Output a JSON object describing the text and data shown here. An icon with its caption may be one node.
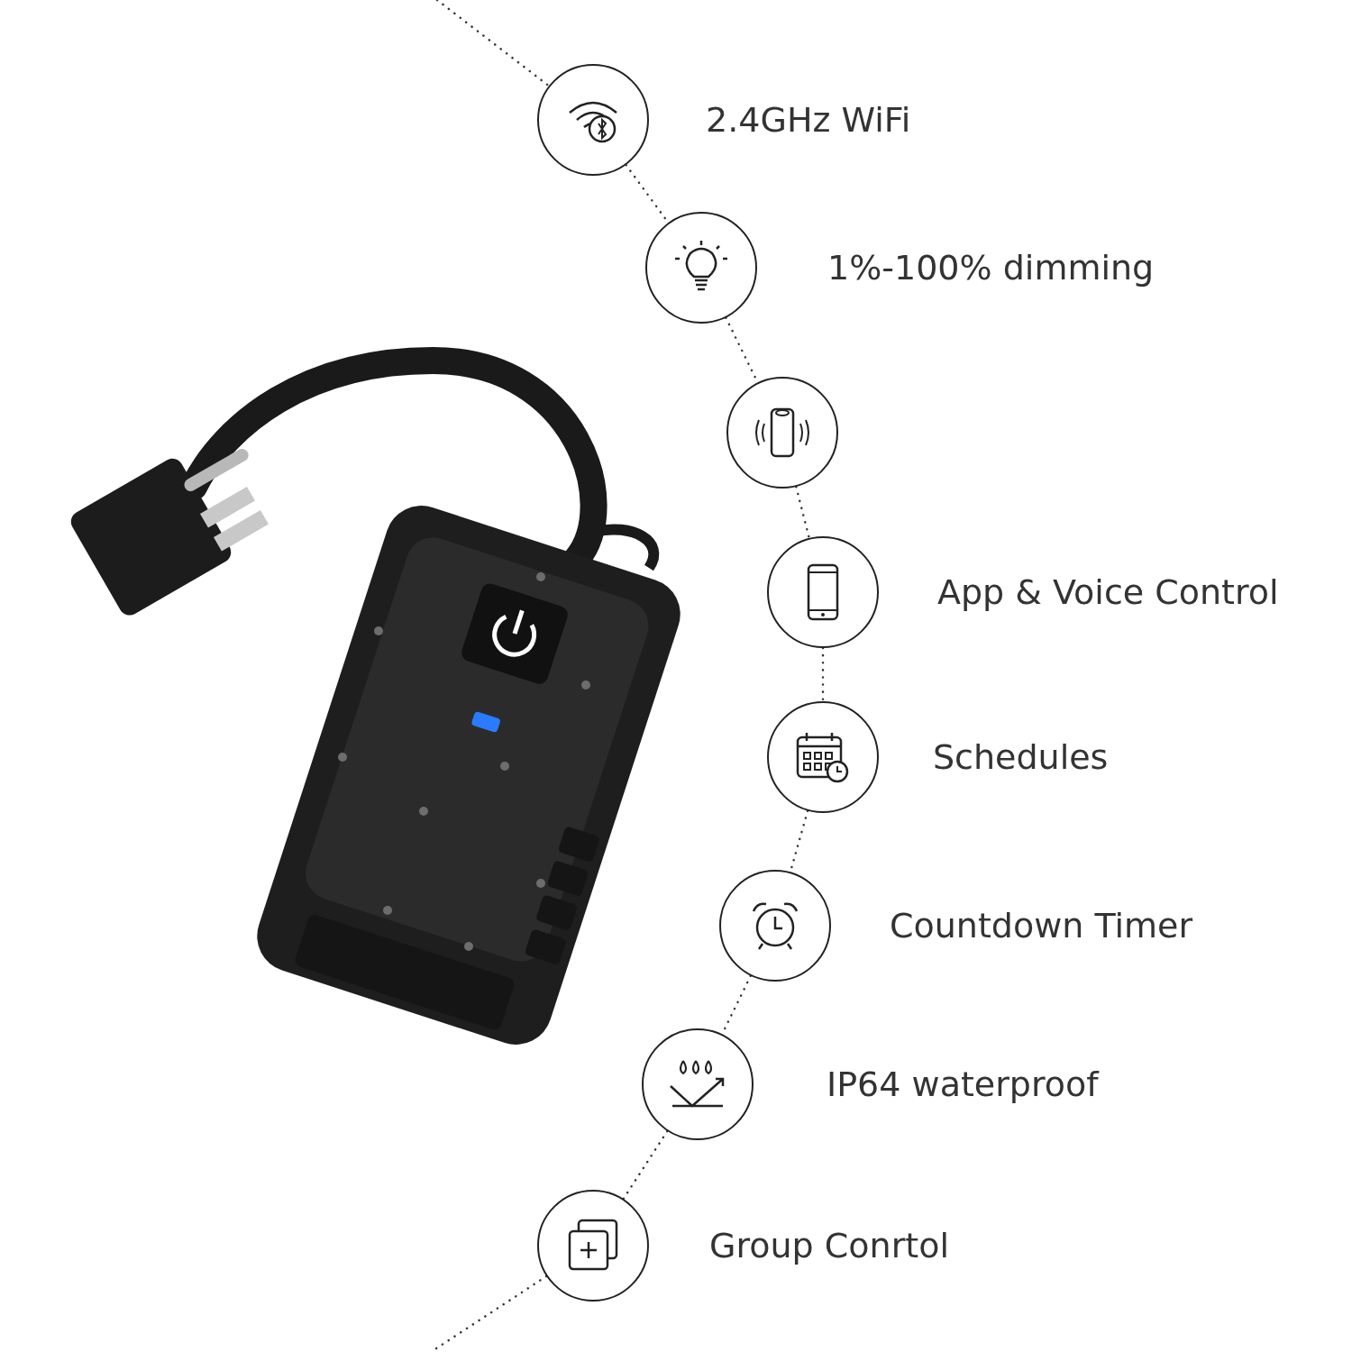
{
  "diagram": {
    "nodes": [
      {
        "text": [
          "2.4GHz WiFi"
        ]
      },
      {
        "text": [
          "1%-100% dimming"
        ]
      },
      {
        "text": [],
        "shape": "circle"
      },
      {
        "text": [
          "App & Voice Control"
        ]
      },
      {
        "text": [
          "Schedules"
        ]
      },
      {
        "text": [
          "Countdown Timer"
        ]
      },
      {
        "text": [
          "IP64 waterproof"
        ]
      },
      {
        "text": [
          "Group Conrtol"
        ]
      }
    ],
    "edges": [
      {
        "from": null,
        "to": 0,
        "arrow": "none",
        "style": "dashed"
      },
      {
        "from": 0,
        "to": 1,
        "arrow": "none",
        "style": "dashed"
      },
      {
        "from": 1,
        "to": 2,
        "arrow": "none",
        "style": "dashed"
      },
      {
        "from": 2,
        "to": 3,
        "arrow": "none",
        "style": "dashed"
      },
      {
        "from": 3,
        "to": 4,
        "arrow": "none",
        "style": "dashed"
      },
      {
        "from": 4,
        "to": 5,
        "arrow": "none",
        "style": "dashed"
      },
      {
        "from": 5,
        "to": 6,
        "arrow": "none",
        "style": "dashed"
      },
      {
        "from": 6,
        "to": 7,
        "arrow": "none",
        "style": "dashed"
      },
      {
        "from": 7,
        "to": null,
        "arrow": "none",
        "style": "dashed"
      }
    ]
  }
}
